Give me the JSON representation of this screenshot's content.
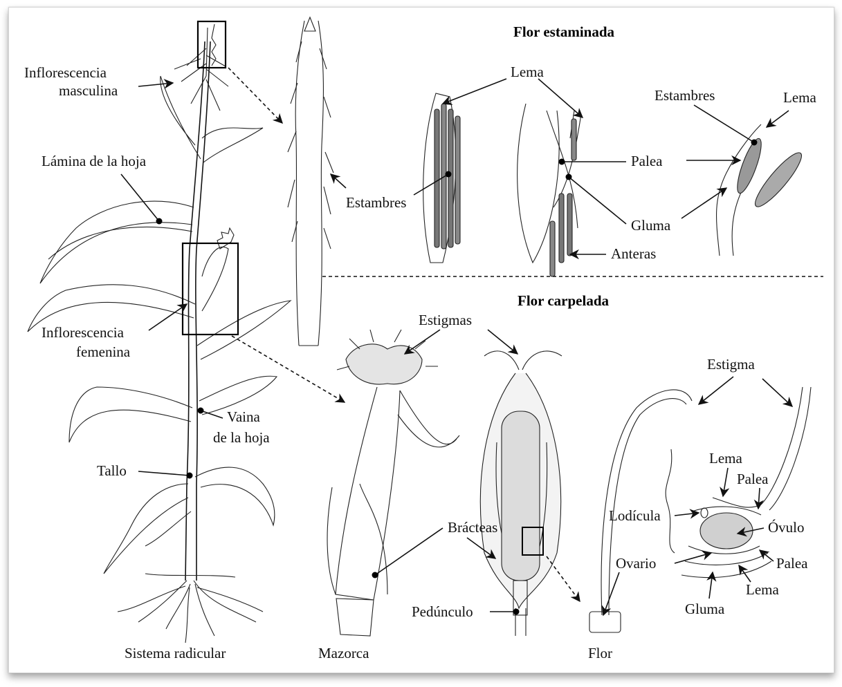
{
  "headers": {
    "staminate": "Flor estaminada",
    "carpellate": "Flor carpelada"
  },
  "plant_labels": {
    "male_inflorescence_l1": "Inflorescencia",
    "male_inflorescence_l2": "masculina",
    "leaf_blade": "Lámina de la hoja",
    "female_inflorescence_l1": "Inflorescencia",
    "female_inflorescence_l2": "femenina",
    "sheath_l1": "Vaina",
    "sheath_l2": "de la hoja",
    "stem": "Tallo",
    "root_system": "Sistema radicular"
  },
  "staminate_labels": {
    "stamens_left": "Estambres",
    "lemma_top": "Lema",
    "palea": "Palea",
    "glume": "Gluma",
    "anthers": "Anteras",
    "stamens_right": "Estambres",
    "lemma_right": "Lema"
  },
  "carpellate_labels": {
    "stigmas": "Estigmas",
    "ear": "Mazorca",
    "bracts": "Brácteas",
    "peduncle": "Pedúnculo",
    "flower": "Flor",
    "stigma": "Estigma",
    "lemma_upper": "Lema",
    "palea_upper": "Palea",
    "lodicule": "Lodícula",
    "ovule": "Óvulo",
    "ovary": "Ovario",
    "palea_lower": "Palea",
    "lemma_lower": "Lema",
    "glume": "Gluma"
  }
}
